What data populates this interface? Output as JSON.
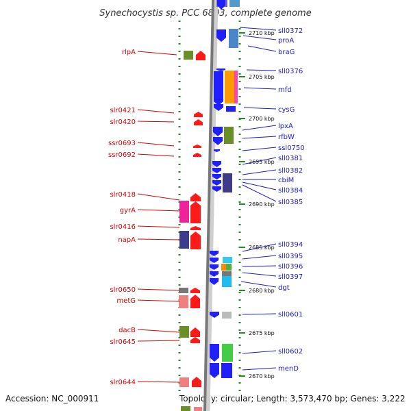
{
  "title": "Synechocystis sp. PCC 6803, complete genome",
  "footer": {
    "accession": "Accession: NC_000911",
    "topology": "Topology: circular; Length: 3,573,470 bp; Genes: 3,222"
  },
  "colors": {
    "left_label": "#d40000",
    "right_label": "#1a1acc",
    "backbone": "#888888",
    "tick": "#228b22",
    "forward_gene": "#ff1a1a",
    "reverse_gene": "#1f1fff"
  },
  "kbp_labels": [
    "2710 kbp",
    "2705 kbp",
    "2700 kbp",
    "2695 kbp",
    "2690 kbp",
    "2685 kbp",
    "2680 kbp",
    "2675 kbp",
    "2670 kbp"
  ],
  "left_labels": [
    "rlpA",
    "slr0421",
    "slr0420",
    "ssr0693",
    "ssr0692",
    "slr0418",
    "gyrA",
    "slr0416",
    "napA",
    "slr0650",
    "metG",
    "dacB",
    "slr0645",
    "slr0644"
  ],
  "right_labels": [
    "sll0372",
    "proA",
    "braG",
    "sll0376",
    "mfd",
    "cysG",
    "lpxA",
    "rfbW",
    "ssl0750",
    "sll0381",
    "sll0382",
    "cbiM",
    "sll0384",
    "sll0385",
    "sll0394",
    "sll0395",
    "sll0396",
    "sll0397",
    "dgt",
    "sll0601",
    "sll0602",
    "menD"
  ]
}
